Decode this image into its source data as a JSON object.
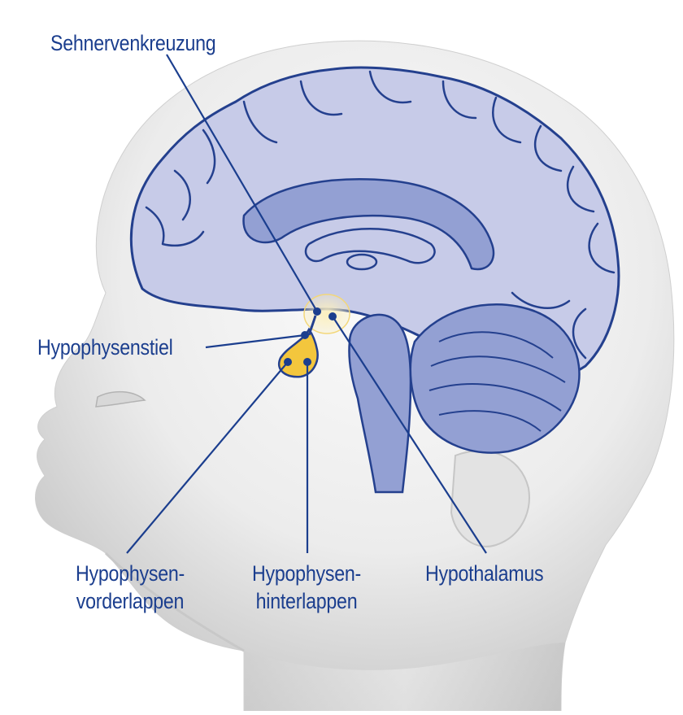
{
  "colors": {
    "label": "#1b3e8e",
    "brain_fill": "#c7cbe8",
    "brain_dark": "#93a0d3",
    "outline": "#24408e",
    "gland": "#f3c63d",
    "gland_light": "#f8e7a6",
    "skin_light": "#f2f2f2",
    "skin_shadow": "#b9b9b9"
  },
  "labels": {
    "optic_chiasm": "Sehnervenkreuzung",
    "pituitary_stalk": "Hypophysenstiel",
    "anterior_lobe_line1": "Hypophysen-",
    "anterior_lobe_line2": "vorderlappen",
    "posterior_lobe_line1": "Hypophysen-",
    "posterior_lobe_line2": "hinterlappen",
    "hypothalamus": "Hypothalamus"
  },
  "icons": [
    "head-silhouette",
    "brain-cross-section",
    "pituitary-gland"
  ]
}
